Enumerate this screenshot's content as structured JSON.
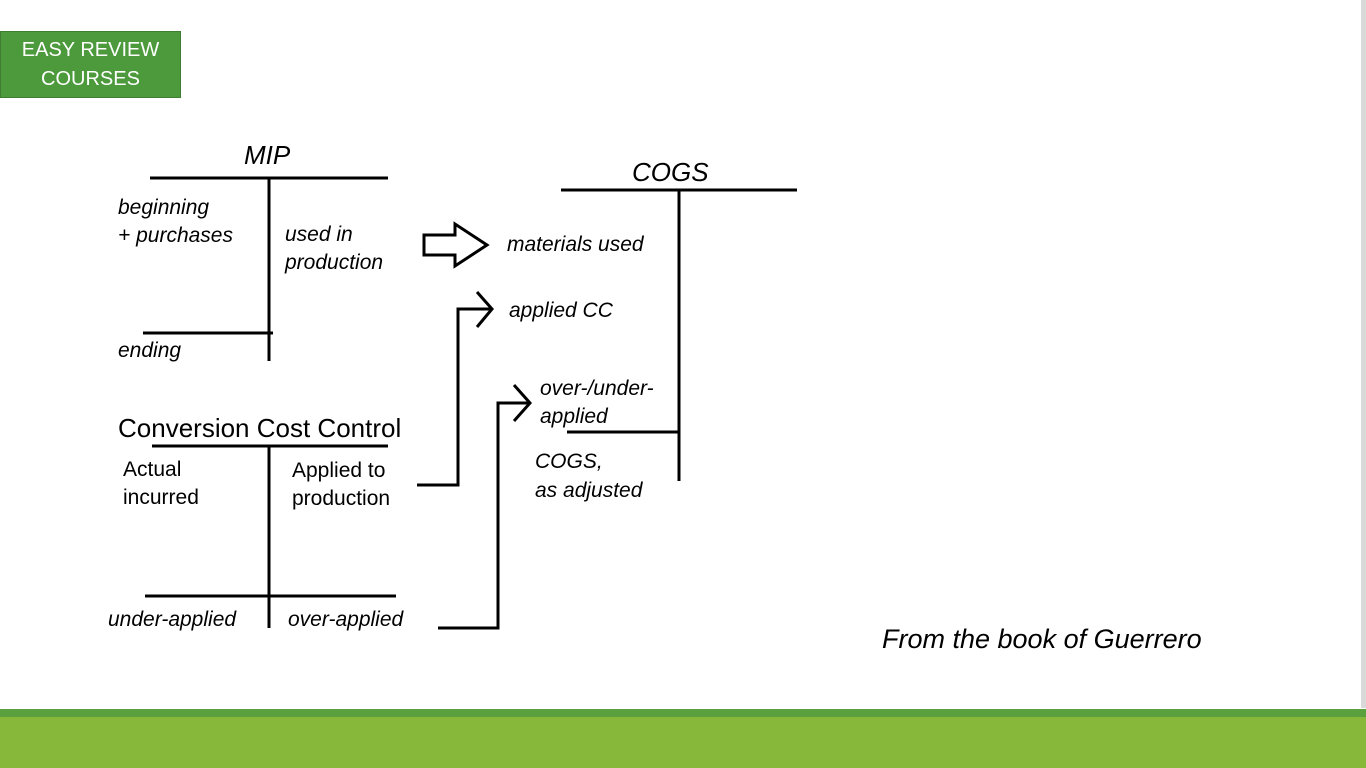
{
  "logo": {
    "line1": "EASY REVIEW",
    "line2": "COURSES"
  },
  "colors": {
    "logo_green": "#4c9a3c",
    "band_dark": "#5aa03f",
    "band_light": "#87b83a"
  },
  "mip": {
    "title": "MIP",
    "debit1": "beginning",
    "debit2": "+ purchases",
    "credit1": "used in",
    "credit2": "production",
    "balance": "ending"
  },
  "ccc": {
    "title": "Conversion Cost Control",
    "debit1": "Actual",
    "debit2": "incurred",
    "credit1": "Applied to",
    "credit2": "production",
    "debit_balance": "under-applied",
    "credit_balance": "over-applied"
  },
  "cogs": {
    "title": "COGS",
    "entry1": "materials used",
    "entry2": "applied CC",
    "entry3a": "over-/under-",
    "entry3b": "applied",
    "balance1": "COGS,",
    "balance2": "as adjusted"
  },
  "source_note": "From the book of Guerrero"
}
